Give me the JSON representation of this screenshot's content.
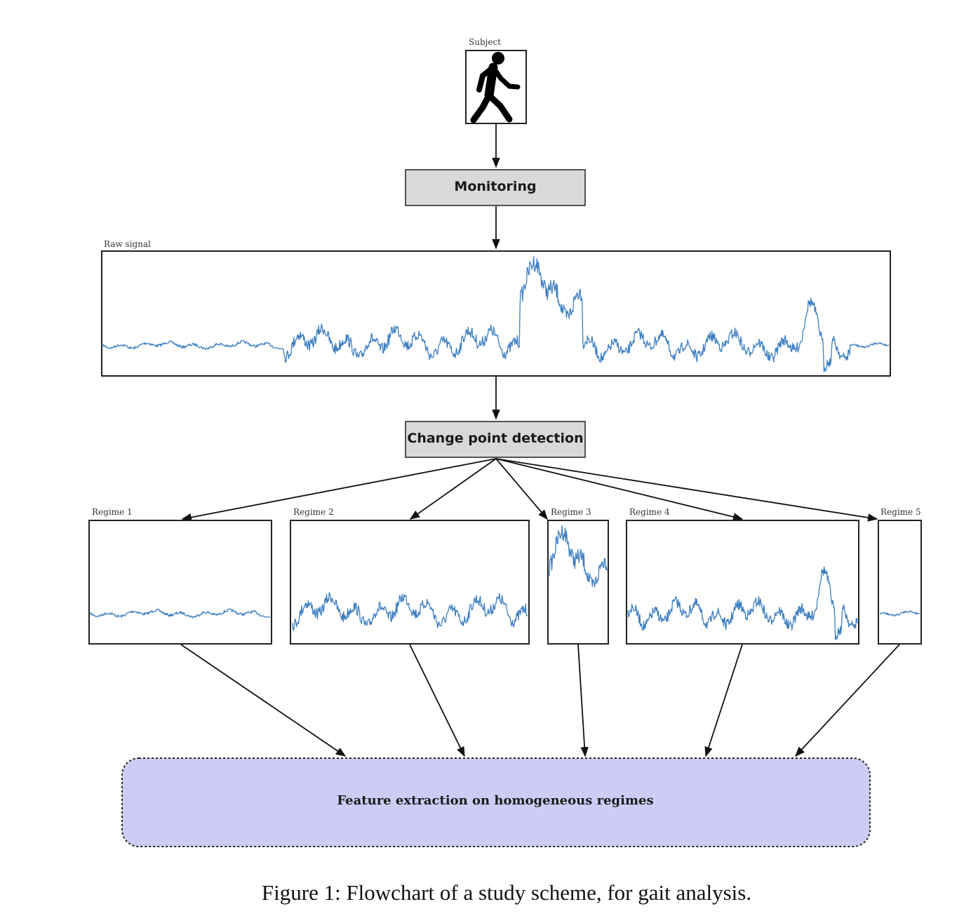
{
  "subject": {
    "label": "Subject",
    "icon": "walking-person-icon"
  },
  "monitoring": {
    "label": "Monitoring"
  },
  "raw_signal": {
    "label": "Raw signal"
  },
  "change_point": {
    "label": "Change point detection"
  },
  "regimes": [
    {
      "label": "Regime 1"
    },
    {
      "label": "Regime 2"
    },
    {
      "label": "Regime 3"
    },
    {
      "label": "Regime 4"
    },
    {
      "label": "Regime 5"
    }
  ],
  "feature": {
    "label": "Feature extraction on homogeneous regimes"
  },
  "caption": "Figure 1: Flowchart of a study scheme, for gait analysis.",
  "colors": {
    "box_fill": "#d9d9d9",
    "feature_fill": "#ccccf5",
    "signal": "#3e7fc1"
  }
}
